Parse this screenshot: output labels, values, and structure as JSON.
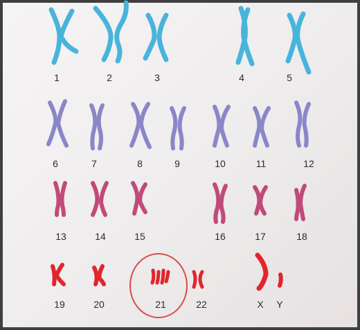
{
  "chromosome_labels": {
    "c1": "1",
    "c2": "2",
    "c3": "3",
    "c4": "4",
    "c5": "5",
    "c6": "6",
    "c7": "7",
    "c8": "8",
    "c9": "9",
    "c10": "10",
    "c11": "11",
    "c12": "12",
    "c13": "13",
    "c14": "14",
    "c15": "15",
    "c16": "16",
    "c17": "17",
    "c18": "18",
    "c19": "19",
    "c20": "20",
    "c21": "21",
    "c22": "22",
    "cx": "X",
    "cy": "Y"
  },
  "colors": {
    "group_1_5": "#48b4dc",
    "group_6_12": "#8a86c8",
    "group_13_18": "#c04a7a",
    "group_19_y": "#e0262c",
    "highlight_circle": "#d94a4a",
    "frame_border": "#3f3f3f"
  },
  "highlighted_chromosome": "21"
}
